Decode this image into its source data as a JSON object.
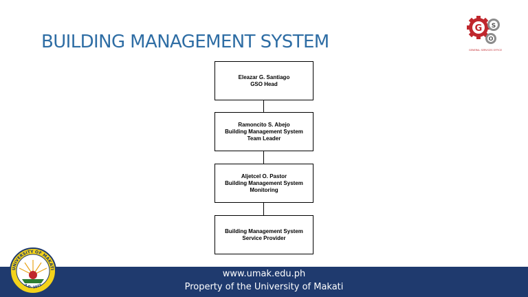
{
  "title": "BUILDING MANAGEMENT SYSTEM",
  "gso_logo": {
    "letters": [
      "G",
      "S",
      "O"
    ],
    "caption": "GENERAL SERVICES OFFICE",
    "colors": {
      "gear_red": "#c0272d",
      "gear_gray": "#8c8c8c"
    }
  },
  "org_chart": {
    "nodes": [
      {
        "lines": [
          "Eleazar G. Santiago",
          "GSO Head"
        ]
      },
      {
        "lines": [
          "Ramoncito S. Abejo",
          "Building Management System",
          "Team Leader"
        ]
      },
      {
        "lines": [
          "Aljetcel O. Pastor",
          "Building Management System",
          "Monitoring"
        ]
      },
      {
        "lines": [
          "Building Management System",
          "Service Provider"
        ]
      }
    ]
  },
  "seal": {
    "text": "UNIVERSITY OF MAKATI",
    "year": "A.D. 1972"
  },
  "footer": {
    "url": "www.umak.edu.ph",
    "property": "Property of the University of Makati"
  },
  "colors": {
    "title": "#2e6da4",
    "footer_bg": "#1f3a6e",
    "footer_text": "#ffffff"
  }
}
